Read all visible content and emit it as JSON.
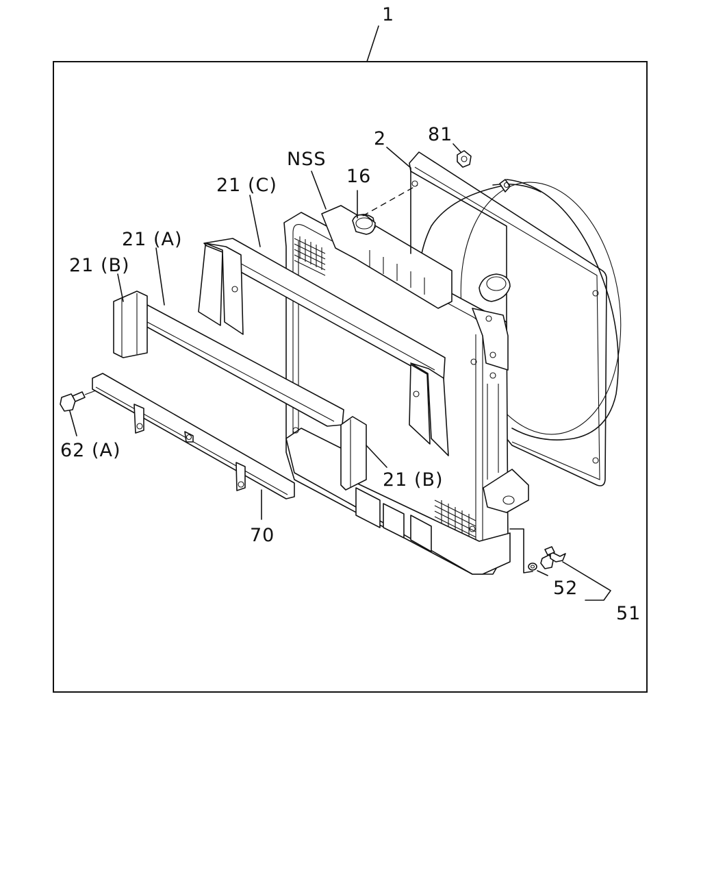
{
  "diagram": {
    "callouts": {
      "assembly": "1",
      "fan_shroud": "2",
      "cap": "16",
      "upper_baffle": "21 (C)",
      "side_baffle": "21 (A)",
      "left_bracket": "21 (B)",
      "right_bracket": "21 (B)",
      "bolt_left": "62 (A)",
      "lower_bracket": "70",
      "nut_top": "81",
      "not_serviced": "NSS",
      "drain_washer": "52",
      "drain_plug": "51"
    }
  }
}
